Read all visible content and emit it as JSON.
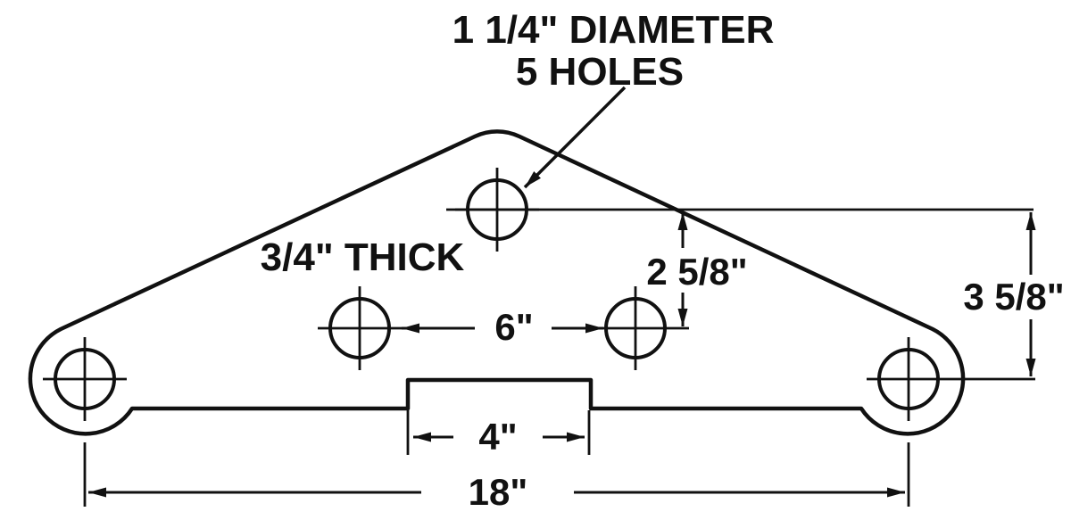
{
  "drawing": {
    "callout": {
      "line1": "1 1/4\" DIAMETER",
      "line2": "5 HOLES"
    },
    "labels": {
      "thickness": "3/4\" THICK",
      "dim_hole_row_offset": "2 5/8\"",
      "dim_overall_height": "3 5/8\"",
      "dim_hole_spacing": "6\"",
      "dim_notch_width": "4\"",
      "dim_overall_width": "18\""
    },
    "colors": {
      "ink": "#111111",
      "background": "#ffffff"
    }
  }
}
